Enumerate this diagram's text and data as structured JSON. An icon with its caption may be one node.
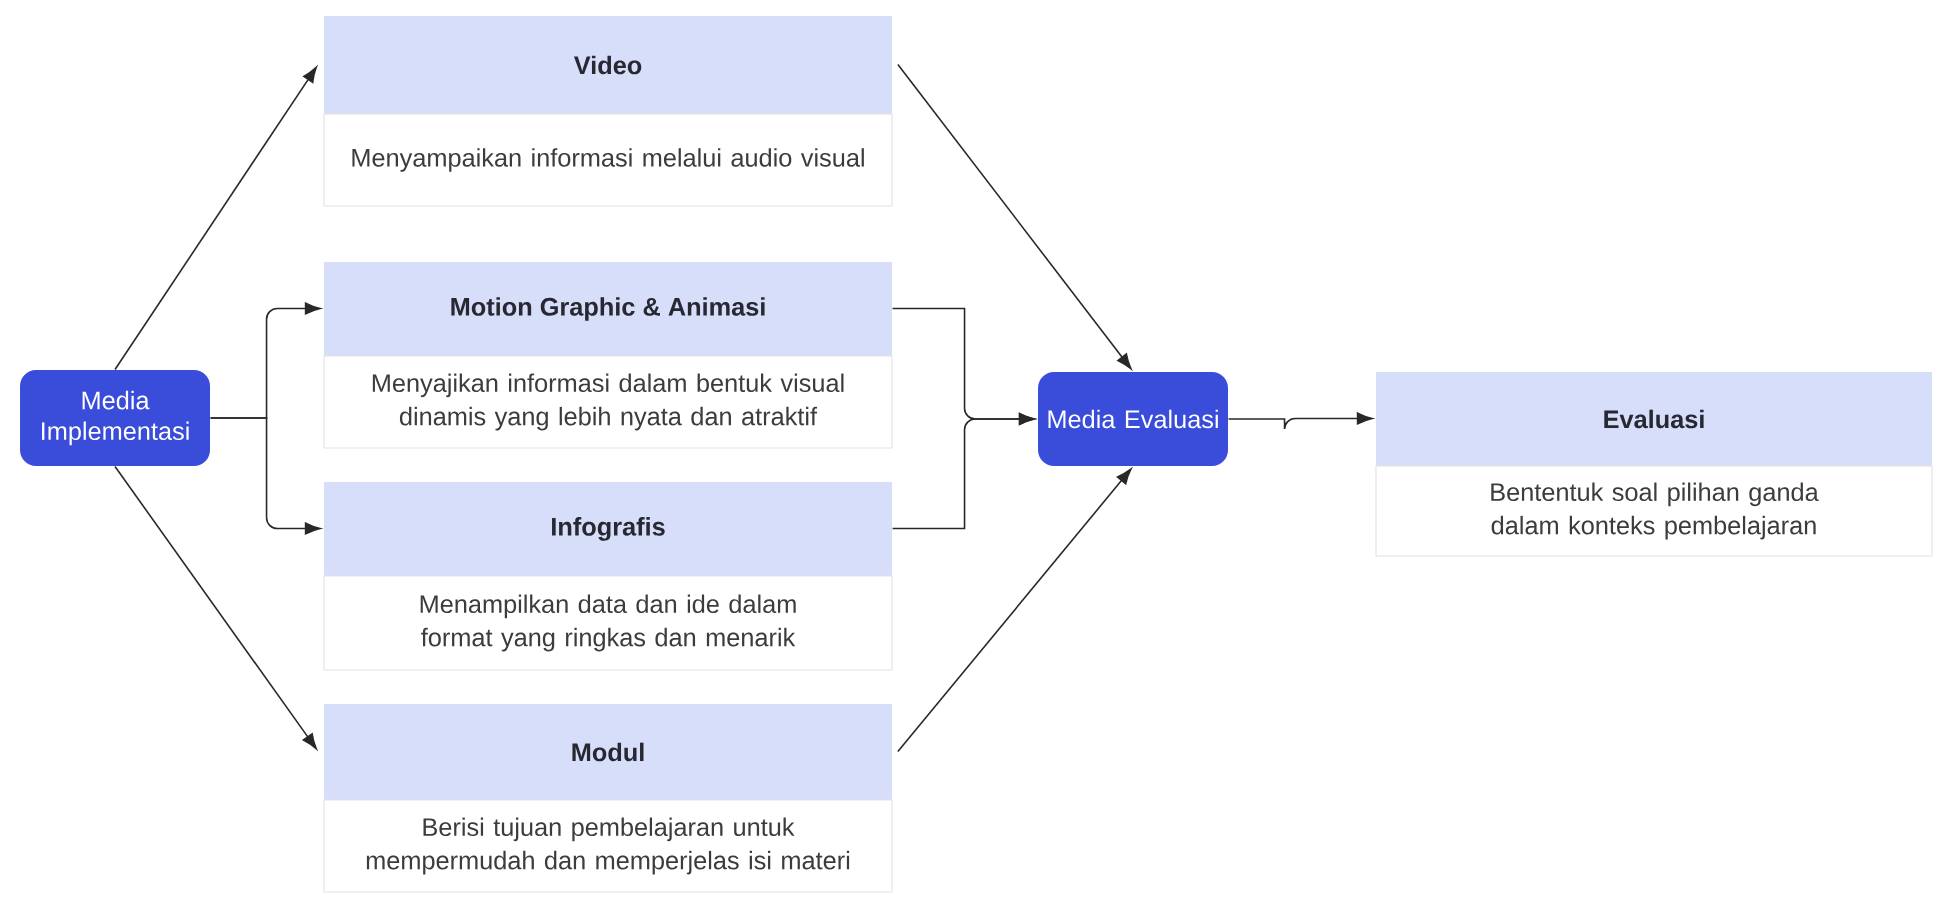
{
  "diagram": {
    "nodes": [
      {
        "text": [
          "Media Implementasi"
        ]
      },
      {
        "text": [
          "Video",
          "Menyampaikan informasi melalui audio visual"
        ]
      },
      {
        "text": [
          "Motion Graphic & Animasi",
          "Menyajikan informasi dalam bentuk visual dinamis yang lebih nyata dan atraktif"
        ]
      },
      {
        "text": [
          "Infografis",
          "Menampilkan data dan ide dalam format yang ringkas dan menarik"
        ]
      },
      {
        "text": [
          "Modul",
          "Berisi tujuan pembelajaran untuk mempermudah dan memperjelas isi materi"
        ]
      },
      {
        "text": [
          "Media Evaluasi"
        ]
      },
      {
        "text": [
          "Evaluasi",
          "Bententuk soal pilihan ganda dalam konteks pembelajaran"
        ]
      }
    ],
    "edges": [
      {
        "from": 0,
        "to": 1,
        "arrow": "to"
      },
      {
        "from": 0,
        "to": 2,
        "arrow": "to"
      },
      {
        "from": 0,
        "to": 3,
        "arrow": "to"
      },
      {
        "from": 0,
        "to": 4,
        "arrow": "to"
      },
      {
        "from": 1,
        "to": 5,
        "arrow": "to"
      },
      {
        "from": 2,
        "to": 5,
        "arrow": "to"
      },
      {
        "from": 3,
        "to": 5,
        "arrow": "to"
      },
      {
        "from": 4,
        "to": 5,
        "arrow": "to"
      },
      {
        "from": 5,
        "to": 6,
        "arrow": "to"
      }
    ]
  }
}
